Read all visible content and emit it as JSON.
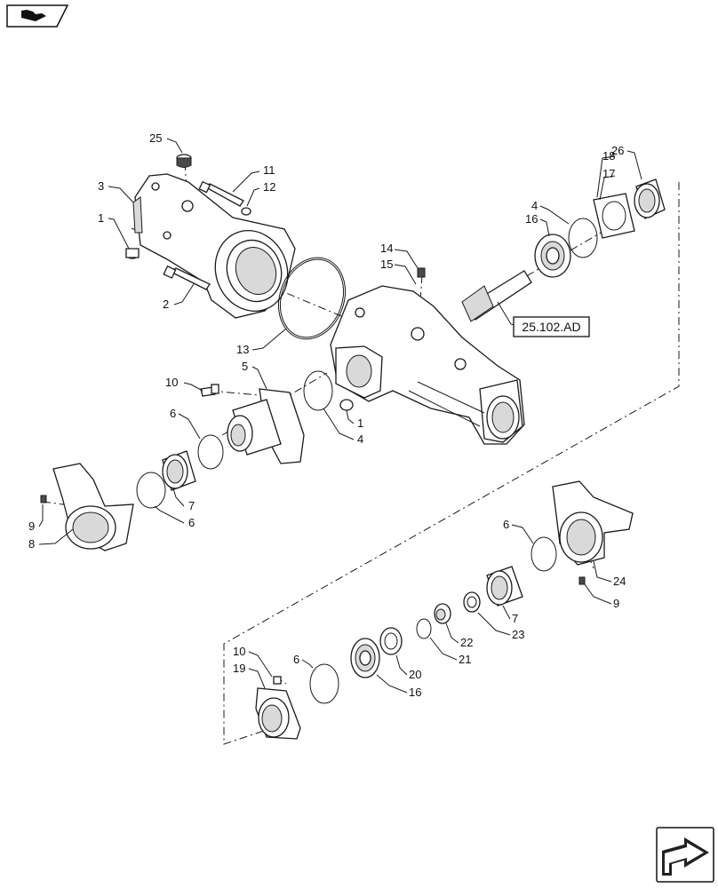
{
  "reference_box": {
    "text": "25.102.AD"
  },
  "callouts": [
    {
      "text": "25"
    },
    {
      "text": "11"
    },
    {
      "text": "12"
    },
    {
      "text": "3"
    },
    {
      "text": "1"
    },
    {
      "text": "2"
    },
    {
      "text": "13"
    },
    {
      "text": "14"
    },
    {
      "text": "15"
    },
    {
      "text": "18"
    },
    {
      "text": "17"
    },
    {
      "text": "26"
    },
    {
      "text": "4"
    },
    {
      "text": "16"
    },
    {
      "text": "5"
    },
    {
      "text": "10"
    },
    {
      "text": "6"
    },
    {
      "text": "1"
    },
    {
      "text": "4"
    },
    {
      "text": "7"
    },
    {
      "text": "6"
    },
    {
      "text": "9"
    },
    {
      "text": "8"
    },
    {
      "text": "6"
    },
    {
      "text": "24"
    },
    {
      "text": "9"
    },
    {
      "text": "7"
    },
    {
      "text": "23"
    },
    {
      "text": "22"
    },
    {
      "text": "21"
    },
    {
      "text": "20"
    },
    {
      "text": "16"
    },
    {
      "text": "10"
    },
    {
      "text": "19"
    },
    {
      "text": "6"
    }
  ],
  "icons": {
    "top_left": "book-icon",
    "bottom_right": "next-page-arrow-icon"
  }
}
